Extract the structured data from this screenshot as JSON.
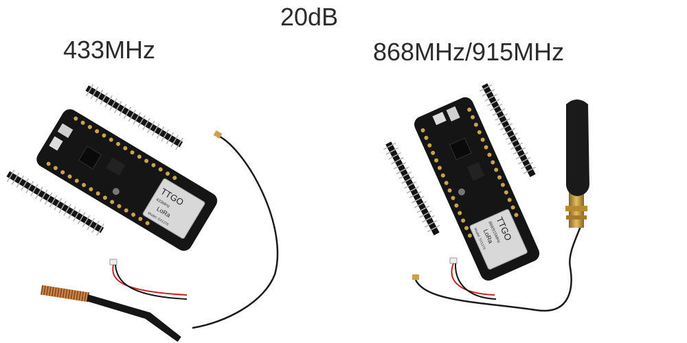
{
  "title": "20dB",
  "left": {
    "label": "433MHz",
    "module": {
      "brand": "TTGO",
      "line2": "433MHz",
      "lora": "LoRa",
      "model": "Model: SX1278"
    }
  },
  "right": {
    "label": "868MHz/915MHz",
    "module": {
      "brand": "TTGO",
      "line2": "868/915MHz",
      "lora": "LoRa",
      "model": "Model: SX1276"
    }
  },
  "colors": {
    "pcb": "#151515",
    "pin": "#c9a24a",
    "shield": "#d8d8d8",
    "antenna": "#1a1a1a",
    "spring": "#b8743a",
    "brass": "#c79a3d",
    "wire_red": "#c81e1e"
  }
}
